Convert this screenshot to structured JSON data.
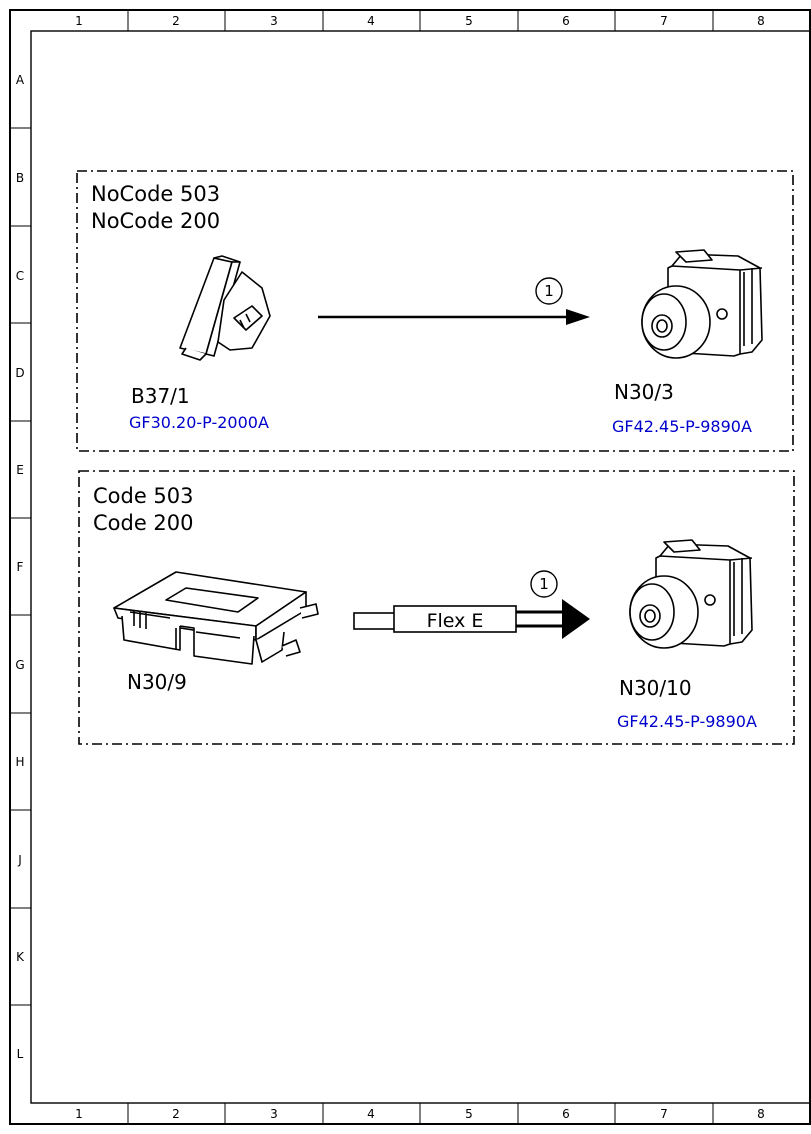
{
  "frame": {
    "columns": [
      "1",
      "2",
      "3",
      "4",
      "5",
      "6",
      "7",
      "8"
    ],
    "rows": [
      "A",
      "B",
      "C",
      "D",
      "E",
      "F",
      "G",
      "H",
      "J",
      "K",
      "L"
    ]
  },
  "panel_top": {
    "codes": [
      "NoCode 503",
      "NoCode 200"
    ],
    "source": {
      "label": "B37/1",
      "reference": "GF30.20-P-2000A",
      "icon": "accelerator-pedal-sensor-icon"
    },
    "target": {
      "label": "N30/3",
      "reference": "GF42.45-P-9890A",
      "icon": "esp-hydraulic-unit-icon"
    },
    "connection": {
      "marker": "1",
      "type": "single-line"
    }
  },
  "panel_bottom": {
    "codes": [
      "Code 503",
      "Code 200"
    ],
    "source": {
      "label": "N30/9",
      "icon": "control-unit-icon"
    },
    "target": {
      "label": "N30/10",
      "reference": "GF42.45-P-9890A",
      "icon": "esp-hydraulic-unit-icon"
    },
    "connection": {
      "marker": "1",
      "bus_label": "Flex E",
      "type": "bus"
    }
  }
}
